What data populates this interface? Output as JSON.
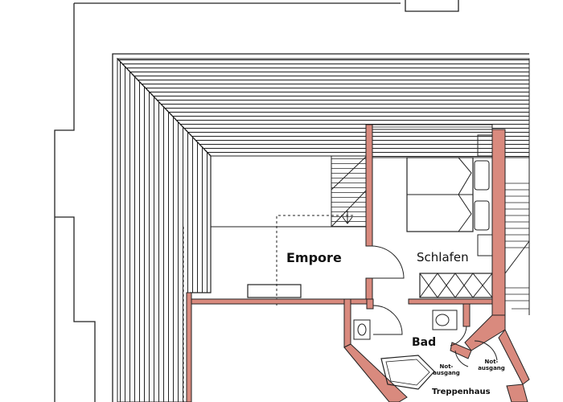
{
  "rooms": {
    "empore": "Empore",
    "schlafen": "Schlafen",
    "bad": "Bad",
    "treppenhaus": "Treppenhaus"
  },
  "exits": {
    "notausgang_left": "Not-ausgang",
    "notausgang_right": "Not-ausgang"
  },
  "colors": {
    "wall_fill": "#d98a7e",
    "line": "#1a1a1a",
    "background": "#ffffff"
  }
}
